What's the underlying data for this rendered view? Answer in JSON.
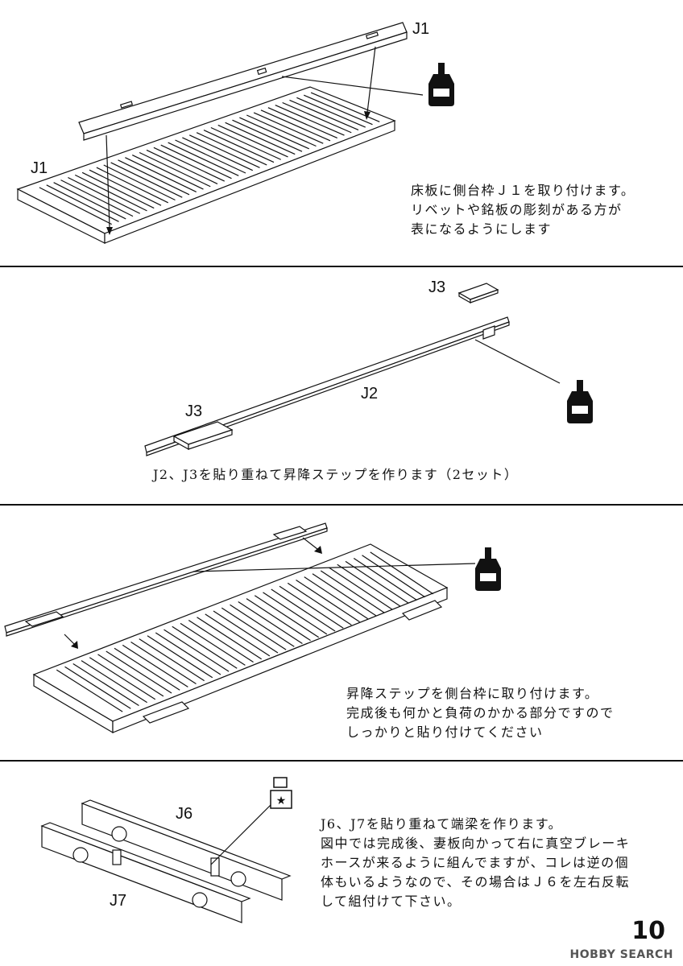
{
  "page_number": "10",
  "watermark": "HOBBY SEARCH",
  "step1": {
    "label_top": "J1",
    "label_left": "J1",
    "text": "床板に側台枠Ｊ１を取り付けます。\nリベットや銘板の彫刻がある方が\n表になるようにします",
    "icon": "glue-bottle-icon"
  },
  "step2": {
    "label_j3_top": "J3",
    "label_j2": "J2",
    "label_j3_left": "J3",
    "caption": "J2、J3を貼り重ねて昇降ステップを作ります（2セット）",
    "icon": "glue-bottle-icon"
  },
  "step3": {
    "text": "昇降ステップを側台枠に取り付けます。\n完成後も何かと負荷のかかる部分ですので\nしっかりと貼り付けてください",
    "icon": "glue-bottle-icon"
  },
  "step4": {
    "label_j6": "J6",
    "label_j7": "J7",
    "text": "J6、J7を貼り重ねて端梁を作ります。\n図中では完成後、妻板向かって右に真空ブレーキ\nホースが来るように組んでますが、コレは逆の個\n体もいるようなので、その場合はＪ６を左右反転\nして組付けて下さい。",
    "icon": "glue-star-icon"
  }
}
